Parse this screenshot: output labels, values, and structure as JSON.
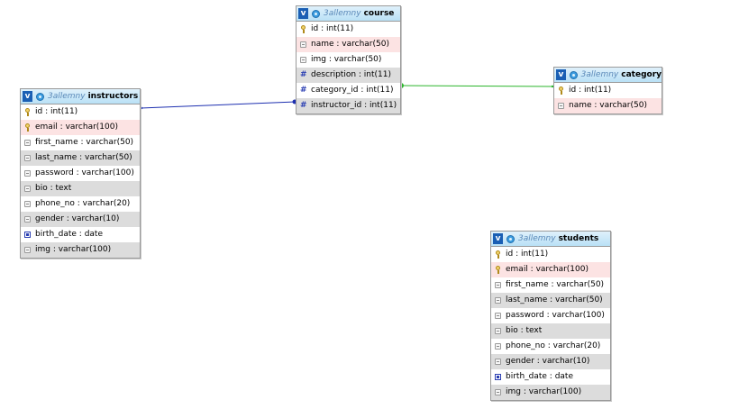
{
  "colors": {
    "header_bg": "#b9e1f6",
    "relation_instructor": "#1d2fb0",
    "relation_category": "#2bb52b",
    "pk_row": "#ffffff",
    "alt_row": "#dcdcdc",
    "unique_row": "#fce3e3"
  },
  "tables": {
    "course": {
      "db": "3allemny",
      "name": "course",
      "columns": [
        {
          "text": "id : int(11)",
          "icon": "key-icon",
          "style": "plain"
        },
        {
          "text": "name : varchar(50)",
          "icon": "column-icon",
          "style": "pink"
        },
        {
          "text": "img : varchar(50)",
          "icon": "column-icon",
          "style": "plain"
        },
        {
          "text": "description : int(11)",
          "icon": "numeric-icon",
          "style": "alt"
        },
        {
          "text": "category_id : int(11)",
          "icon": "numeric-icon",
          "style": "plain"
        },
        {
          "text": "instructor_id : int(11)",
          "icon": "numeric-icon",
          "style": "alt"
        }
      ]
    },
    "category": {
      "db": "3allemny",
      "name": "category",
      "columns": [
        {
          "text": "id : int(11)",
          "icon": "key-icon",
          "style": "plain"
        },
        {
          "text": "name : varchar(50)",
          "icon": "column-icon",
          "style": "pink"
        }
      ]
    },
    "instructors": {
      "db": "3allemny",
      "name": "instructors",
      "columns": [
        {
          "text": "id : int(11)",
          "icon": "key-icon",
          "style": "plain"
        },
        {
          "text": "email : varchar(100)",
          "icon": "key-icon",
          "style": "pink"
        },
        {
          "text": "first_name : varchar(50)",
          "icon": "column-icon",
          "style": "plain"
        },
        {
          "text": "last_name : varchar(50)",
          "icon": "column-icon",
          "style": "alt"
        },
        {
          "text": "password : varchar(100)",
          "icon": "column-icon",
          "style": "plain"
        },
        {
          "text": "bio : text",
          "icon": "column-icon",
          "style": "alt"
        },
        {
          "text": "phone_no : varchar(20)",
          "icon": "column-icon",
          "style": "plain"
        },
        {
          "text": "gender : varchar(10)",
          "icon": "column-icon",
          "style": "alt"
        },
        {
          "text": "birth_date : date",
          "icon": "date-icon",
          "style": "plain"
        },
        {
          "text": "img : varchar(100)",
          "icon": "column-icon",
          "style": "alt"
        }
      ]
    },
    "students": {
      "db": "3allemny",
      "name": "students",
      "columns": [
        {
          "text": "id : int(11)",
          "icon": "key-icon",
          "style": "plain"
        },
        {
          "text": "email : varchar(100)",
          "icon": "key-icon",
          "style": "pink"
        },
        {
          "text": "first_name : varchar(50)",
          "icon": "column-icon",
          "style": "plain"
        },
        {
          "text": "last_name : varchar(50)",
          "icon": "column-icon",
          "style": "alt"
        },
        {
          "text": "password : varchar(100)",
          "icon": "column-icon",
          "style": "plain"
        },
        {
          "text": "bio : text",
          "icon": "column-icon",
          "style": "alt"
        },
        {
          "text": "phone_no : varchar(20)",
          "icon": "column-icon",
          "style": "plain"
        },
        {
          "text": "gender : varchar(10)",
          "icon": "column-icon",
          "style": "alt"
        },
        {
          "text": "birth_date : date",
          "icon": "date-icon",
          "style": "plain"
        },
        {
          "text": "img : varchar(100)",
          "icon": "column-icon",
          "style": "alt"
        }
      ]
    }
  },
  "relations": [
    {
      "from": "course.instructor_id",
      "to": "instructors.id"
    },
    {
      "from": "course.category_id",
      "to": "category.id"
    }
  ]
}
